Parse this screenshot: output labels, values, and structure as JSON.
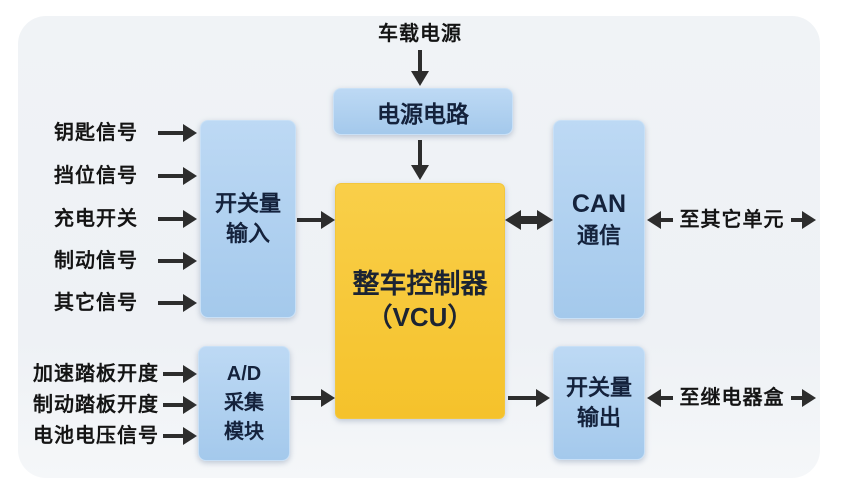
{
  "diagram": {
    "title_implicit": "VCU block diagram",
    "top_label": "车载电源",
    "power_box": "电源电路",
    "vcu": {
      "line1": "整车控制器",
      "line2": "（VCU）"
    },
    "switch_input": {
      "line1": "开关量",
      "line2": "输入"
    },
    "signals": [
      "钥匙信号",
      "挡位信号",
      "充电开关",
      "制动信号",
      "其它信号"
    ],
    "ad": {
      "line1": "A/D",
      "line2": "采集",
      "line3": "模块"
    },
    "analog": [
      "加速踏板开度",
      "制动踏板开度",
      "电池电压信号"
    ],
    "can": {
      "line1": "CAN",
      "line2": "通信",
      "external": "至其它单元"
    },
    "switch_output": {
      "line1": "开关量",
      "line2": "输出",
      "external": "至继电器盒"
    },
    "colors": {
      "box_blue": "#aecdee",
      "box_yellow": "#f6c733",
      "arrow": "#2d2d2d",
      "panel_bg": "#eff2f5",
      "box_text": "#14223c"
    }
  }
}
